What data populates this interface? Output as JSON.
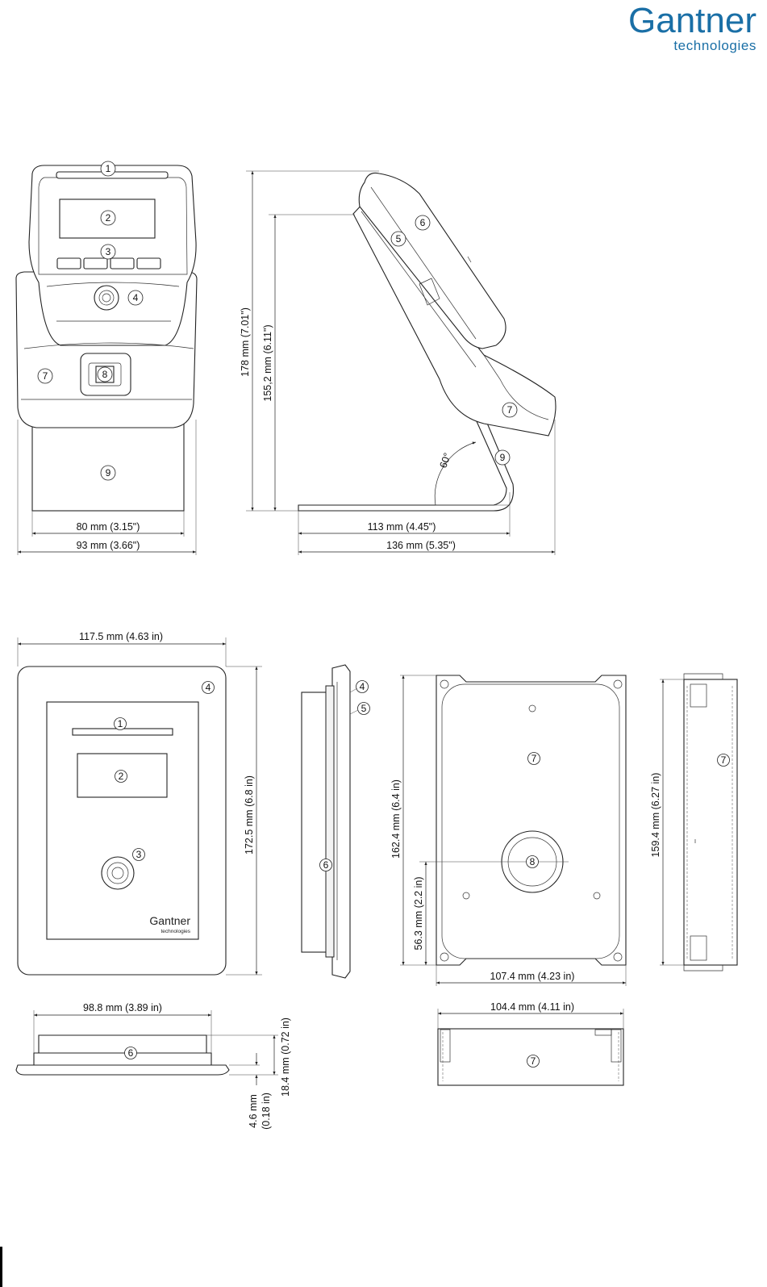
{
  "brand": {
    "name": "Gantner",
    "sub": "technologies",
    "color": "#1a6fa6",
    "device_logo_name": "Gantner",
    "device_logo_sub": "technologies"
  },
  "callouts": {
    "n1": "1",
    "n2": "2",
    "n3": "3",
    "n4": "4",
    "n5": "5",
    "n6": "6",
    "n7": "7",
    "n8": "8",
    "n9": "9"
  },
  "dimensions": {
    "front_inner_width": "80 mm (3.15\")",
    "front_outer_width": "93 mm (3.66\")",
    "side_total_height": "178 mm (7.01\")",
    "side_lower_height": "155,2 mm (6.11\")",
    "side_angle": "60°",
    "side_base_width": "113 mm (4.45\")",
    "side_total_width": "136 mm (5.35\")",
    "wall_width": "117.5 mm (4.63 in)",
    "wall_height": "172.5 mm (6.8 in)",
    "wall_bottom_width": "98.8 mm (3.89 in)",
    "wall_total_depth": "18.4 mm (0.72 in)",
    "wall_plate_depth_1": "4.6 mm",
    "wall_plate_depth_2": "(0.18 in)",
    "box_height": "162.4 mm (6.4 in)",
    "box_hole_height": "56.3 mm (2.2 in)",
    "box_width": "107.4 mm (4.23 in)",
    "box_side_height": "159.4 mm (6.27 in)",
    "box_bottom_width": "104.4 mm (4.11 in)"
  }
}
